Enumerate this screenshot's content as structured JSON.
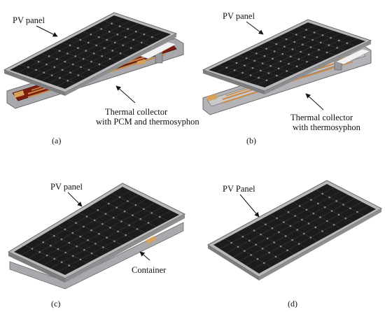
{
  "figure": {
    "panels": [
      {
        "id": "a",
        "caption": "(a)",
        "labels": {
          "pv": "PV panel",
          "collector_line1": "Thermal collector",
          "collector_line2": "with PCM and thermosyphon"
        }
      },
      {
        "id": "b",
        "caption": "(b)",
        "labels": {
          "pv": "PV panel",
          "collector_line1": "Thermal collector",
          "collector_line2": "with thermosyphon"
        }
      },
      {
        "id": "c",
        "caption": "(c)",
        "labels": {
          "pv": "PV panel",
          "container": "Container"
        }
      },
      {
        "id": "d",
        "caption": "(d)",
        "labels": {
          "pv": "PV Panel"
        }
      }
    ],
    "colors": {
      "cell": "#1c1c1e",
      "cell_dot": "#8a8a8a",
      "frame": "#b9b9bc",
      "frame_dark": "#7d7d80",
      "collector_red": "#7d1d12",
      "pipe_copper": "#c98a4a",
      "tray": "#a9a9ad",
      "white_slot": "#f2f2f2"
    }
  }
}
